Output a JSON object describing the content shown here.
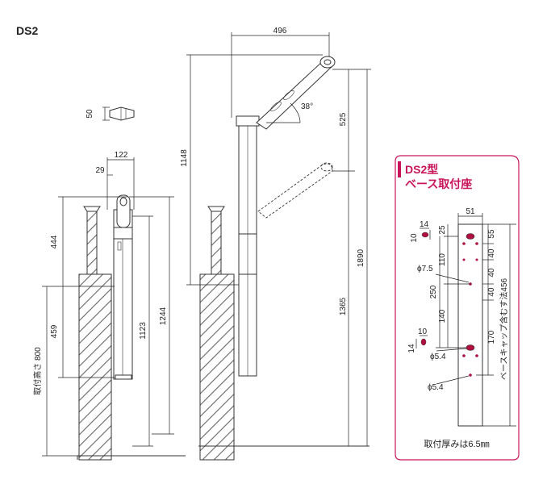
{
  "model": "DS2",
  "colors": {
    "accent": "#c8145a",
    "hole_fill": "#b0103f",
    "hatch": "#666666"
  },
  "side_view": {
    "dims": {
      "w_122": "122",
      "w_29": "29",
      "h_444": "444",
      "h_459": "459",
      "label_800": "取付高さ 800",
      "h_1123": "1123",
      "h_1244": "1244",
      "cap_50": "50"
    }
  },
  "open_view": {
    "dims": {
      "w_496": "496",
      "h_1148": "1148",
      "h_525": "525",
      "angle": "38°",
      "h_1890": "1890",
      "h_1365": "1365"
    }
  },
  "base_panel": {
    "title_line1": "DS2型",
    "title_line2": "ベース取付座",
    "dims": {
      "w_51": "51",
      "d_25": "25",
      "d_110": "110",
      "d_55": "55",
      "d_40a": "40",
      "d_40b": "40",
      "d_40c": "40",
      "phi_75": "ϕ7.5",
      "d_250": "250",
      "d_140": "140",
      "d_170": "170",
      "phi_54a": "ϕ5.4",
      "phi_54b": "ϕ5.4",
      "label_456": "ベースキャップ含むす法456",
      "hole_14a": "14",
      "hole_10a": "10",
      "hole_14b": "14",
      "hole_10b": "10"
    },
    "note": "取付厚みは6.5㎜"
  }
}
